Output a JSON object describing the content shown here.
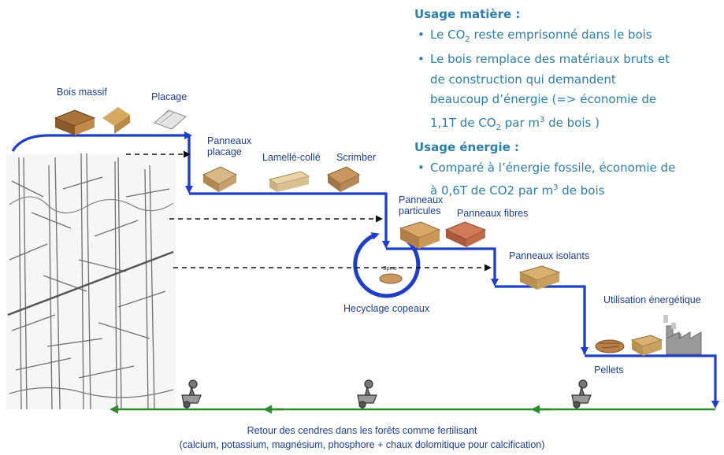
{
  "labels": {
    "bois_massif": "Bois massif",
    "placage": "Placage",
    "panneaux_placage": "Panneaux\nplacage",
    "lamelle_colle": "Lamellé-collé",
    "scrimber": "Scrimber",
    "panneaux_particules": "Panneaux\nparticules",
    "panneaux_fibres": "Panneaux fibres",
    "panneaux_isolants": "Panneaux isolants",
    "recyclage": "Hecyclage copeaux",
    "spine": "Spine",
    "utilisation_energetique": "Utilisation énergétique",
    "pellets": "Pellets"
  },
  "usage_matiere": {
    "title": "Usage matière :",
    "item1": {
      "a": "Le CO",
      "sub": "2",
      "b": " reste emprisonné dans le bois"
    },
    "item2": {
      "line1": "Le bois remplace des matériaux bruts et",
      "line2": "de construction qui demandent",
      "line3": "beaucoup d’énergie (=> économie de",
      "line4a": "1,1T de CO",
      "line4sub": "2",
      "line4b": " par m",
      "line4sup": "3",
      "line4c": " de bois )"
    }
  },
  "usage_energie": {
    "title": "Usage énergie :",
    "item1": {
      "line1": "Comparé à l’énergie fossile, économie de",
      "line2a": "à 0,6T de CO2 par m",
      "line2sup": "3",
      "line2b": " de bois"
    }
  },
  "footer": {
    "line1": "Retour des cendres dans les forêts comme fertilisant",
    "line2": "(calcium, potassium, magnésium, phosphore + chaux dolomitique pour calcification)"
  },
  "colors": {
    "flow_blue": "#1f3fc4",
    "return_green": "#2f8a2f",
    "text_blue": "#1a3f8f",
    "info_teal": "#2b7fa8"
  },
  "icons": {
    "forest": "forest-sketch-icon",
    "wheelbarrow": "wheelbarrow-worker-icon",
    "factory": "factory-icon"
  }
}
